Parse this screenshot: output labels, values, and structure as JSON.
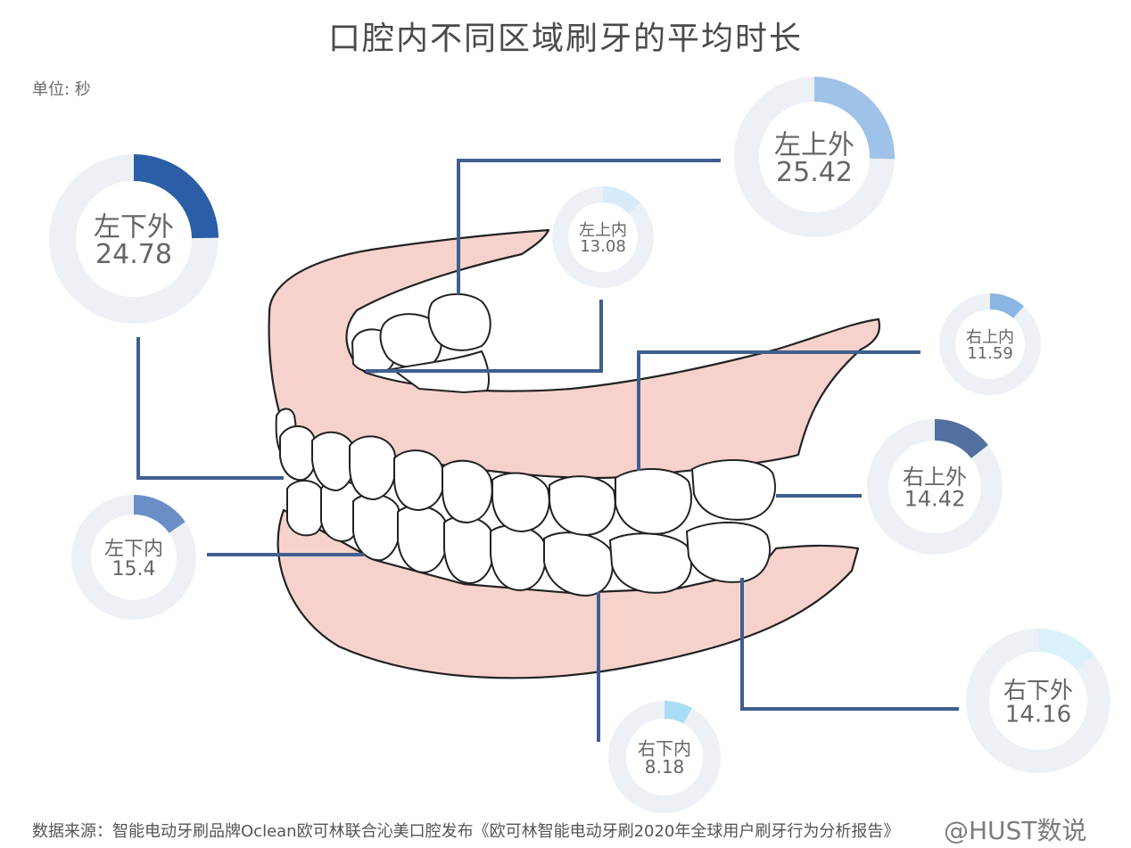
{
  "title": "口腔内不同区域刷牙的平均时长",
  "unit": "单位: 秒",
  "source": "数据来源：智能电动牙刷品牌Oclean欧可林联合沁美口腔发布《欧可林智能电动牙刷2020年全球用户刷牙行为分析报告》",
  "watermark": "@HUST数说",
  "colors": {
    "ring_bg": "#edf1f5",
    "leader": "#3f5f8f",
    "gum": "#f7d2cd",
    "tooth": "#ffffff",
    "outline": "#222222"
  },
  "chart_data": {
    "type": "pie",
    "max": 100,
    "regions": [
      {
        "key": "upper_left_outer",
        "label": "左上外",
        "value": 25.42,
        "color": "#9fc3e8"
      },
      {
        "key": "lower_left_outer",
        "label": "左下外",
        "value": 24.78,
        "color": "#2b5ea6"
      },
      {
        "key": "upper_left_inner",
        "label": "左上内",
        "value": 13.08,
        "color": "#d7ebf8"
      },
      {
        "key": "upper_right_inner",
        "label": "右上内",
        "value": 11.59,
        "color": "#8bb6e3"
      },
      {
        "key": "upper_right_outer",
        "label": "右上外",
        "value": 14.42,
        "color": "#51709f"
      },
      {
        "key": "lower_left_inner",
        "label": "左下内",
        "value": 15.4,
        "color": "#6a8fc7"
      },
      {
        "key": "lower_right_outer",
        "label": "右下外",
        "value": 14.16,
        "color": "#dcf2fb"
      },
      {
        "key": "lower_right_inner",
        "label": "右下内",
        "value": 8.18,
        "color": "#a9def4"
      }
    ]
  }
}
